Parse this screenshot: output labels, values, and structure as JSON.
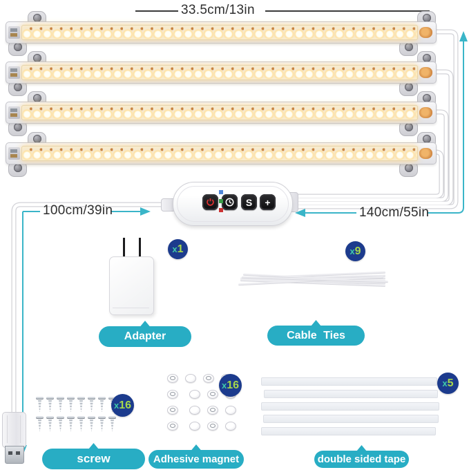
{
  "product": "grow light strip kit diagram",
  "dimensions": {
    "bar_length": "33.5cm/13in",
    "usb_cable": "100cm/39in",
    "light_cable": "140cm/55in"
  },
  "lights": {
    "qty": 4
  },
  "controller": {
    "buttons": [
      {
        "name": "power",
        "glyph": ""
      },
      {
        "name": "timer",
        "glyph": ""
      },
      {
        "name": "mode",
        "glyph": "S"
      },
      {
        "name": "plus",
        "glyph": "+"
      }
    ],
    "indicator_colors": [
      "#4f86d8",
      "#3c9e49",
      "#cc3333"
    ]
  },
  "kit": {
    "adapter": {
      "label": "Adapter",
      "qty": 1,
      "badge_x": "x",
      "badge_n": "1"
    },
    "ties": {
      "label": "Cable Ties",
      "qty": 9,
      "badge_x": "x",
      "badge_n": "9"
    },
    "screws": {
      "label": "screw",
      "qty": 16,
      "badge_x": "x",
      "badge_n": "16"
    },
    "magnets": {
      "label": "Adhesive magnet",
      "qty": 16,
      "badge_x": "x",
      "badge_n": "16"
    },
    "tape": {
      "label": "double sided tape",
      "qty": 5,
      "badge_x": "x",
      "badge_n": "5"
    }
  },
  "colors": {
    "callout_teal": "#28adc4",
    "dimension_teal": "#3ab5c8",
    "badge_navy": "#1c3b8d",
    "badge_x": "#3fc9a9",
    "badge_number": "#a6d74b",
    "led_warm": "#ffe1a0"
  }
}
